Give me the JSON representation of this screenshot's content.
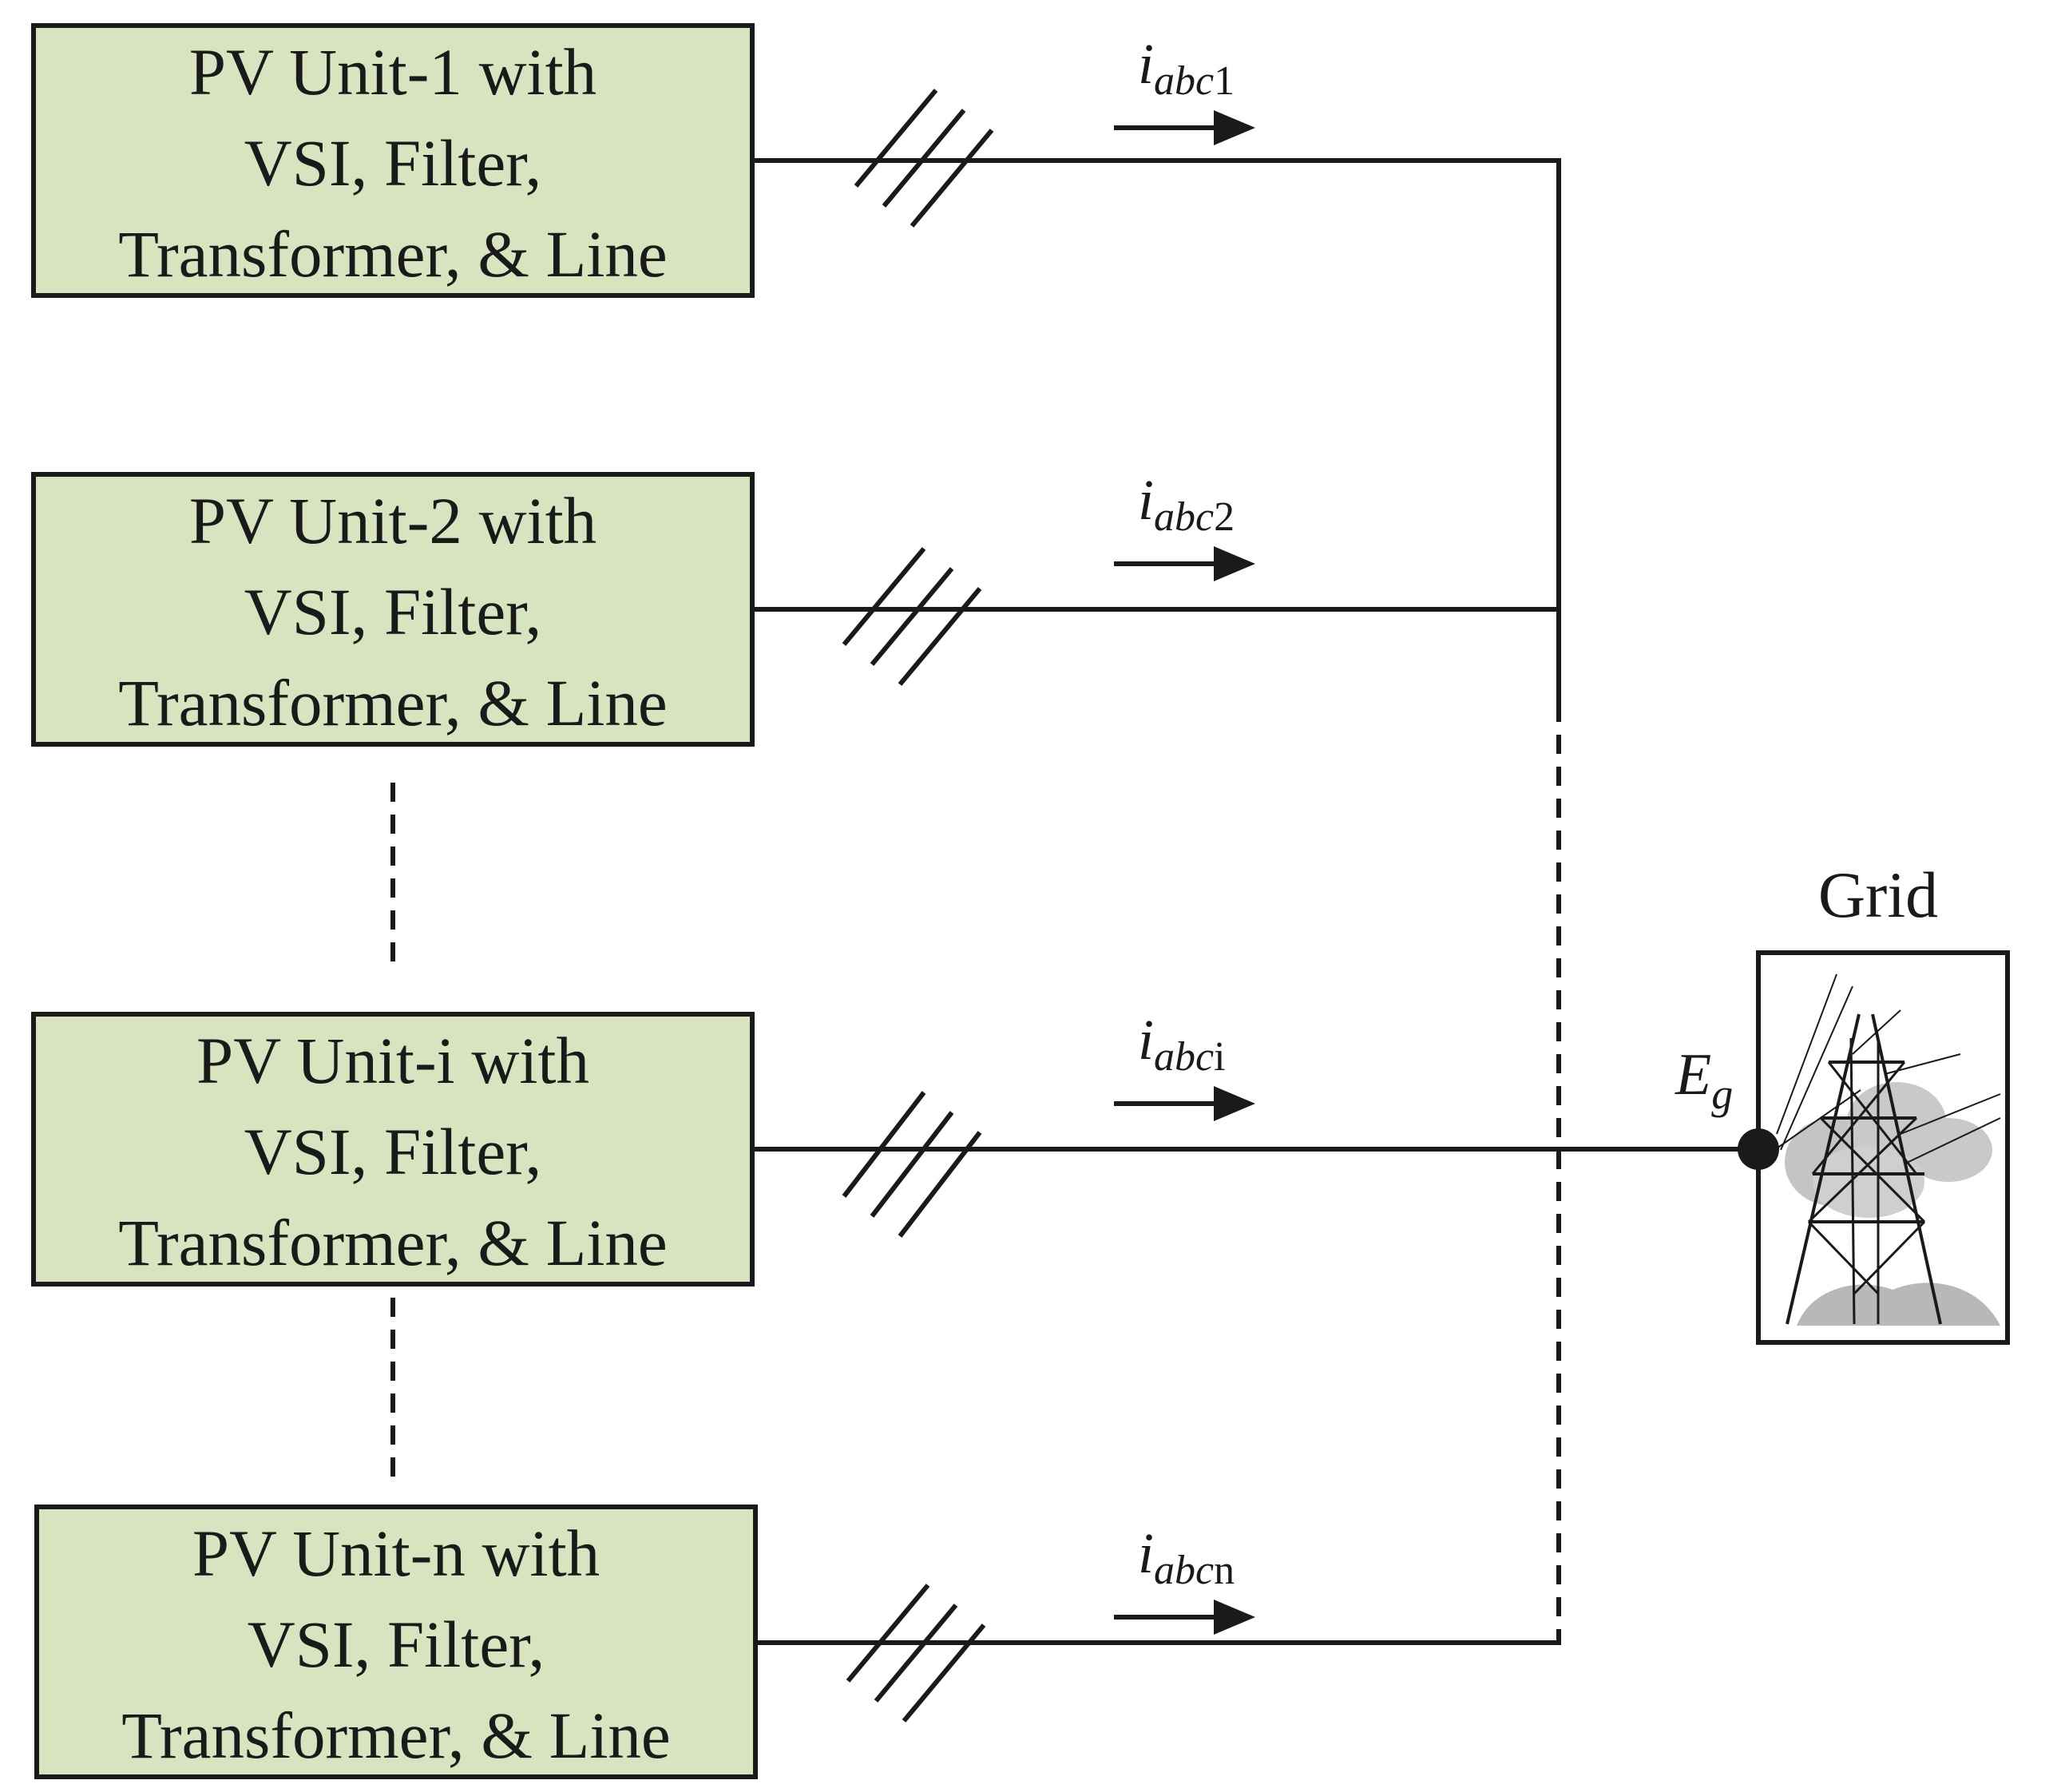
{
  "units": [
    {
      "lines": [
        "PV Unit-1 with",
        "VSI, Filter,",
        "Transformer, & Line"
      ],
      "current_base": "i",
      "current_sub": "abc",
      "current_index": "1"
    },
    {
      "lines": [
        "PV Unit-2 with",
        "VSI, Filter,",
        "Transformer, & Line"
      ],
      "current_base": "i",
      "current_sub": "abc",
      "current_index": "2"
    },
    {
      "lines": [
        "PV Unit-i with",
        "VSI, Filter,",
        "Transformer, & Line"
      ],
      "current_base": "i",
      "current_sub": "abc",
      "current_index": "i"
    },
    {
      "lines": [
        "PV Unit-n with",
        "VSI, Filter,",
        "Transformer, & Line"
      ],
      "current_base": "i",
      "current_sub": "abc",
      "current_index": "n"
    }
  ],
  "grid": {
    "label": "Grid",
    "node_base": "E",
    "node_sub": "g",
    "icon": "transmission-tower-icon"
  },
  "colors": {
    "box_fill": "#d7e4bf",
    "line": "#1a1a1a"
  }
}
